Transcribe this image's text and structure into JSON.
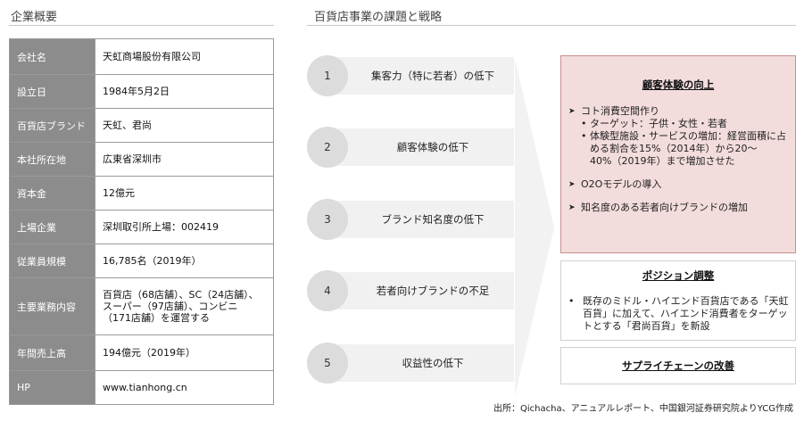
{
  "left_title": "企業概要",
  "right_title": "百貨店事業の課題と戦略",
  "company": [
    {
      "label": "会社名",
      "value": "天虹商場股份有限公司"
    },
    {
      "label": "設立日",
      "value": "1984年5月2日"
    },
    {
      "label": "百貨店ブランド",
      "value": "天虹、君尚"
    },
    {
      "label": "本社所在地",
      "value": "広東省深圳市"
    },
    {
      "label": "資本金",
      "value": "12億元"
    },
    {
      "label": "上場企業",
      "value": "深圳取引所上場：002419"
    },
    {
      "label": "従業員規模",
      "value": "16,785名（2019年）"
    },
    {
      "label": "主要業務内容",
      "value": "百貨店（68店舗）、SC（24店舗）、スーパー（97店舗）、コンビニ（171店舗）を運営する"
    },
    {
      "label": "年間売上高",
      "value": "194億元（2019年）"
    },
    {
      "label": "HP",
      "value": "www.tianhong.cn"
    }
  ],
  "issues": [
    {
      "num": "1",
      "text": "集客力（特に若者）の低下"
    },
    {
      "num": "2",
      "text": "顧客体験の低下"
    },
    {
      "num": "3",
      "text": "ブランド知名度の低下"
    },
    {
      "num": "4",
      "text": "若者向けブランドの不足"
    },
    {
      "num": "5",
      "text": "収益性の低下"
    }
  ],
  "strategy": {
    "experience": {
      "title": "顧客体験の向上",
      "item1": "コト消費空間作り",
      "sub1": "ターゲット：子供・女性・若者",
      "sub2": "体験型施設・サービスの増加：経営面積に占める割合を15%（2014年）から20～40%（2019年）まで増加させた",
      "item2": "O2Oモデルの導入",
      "item3": "知名度のある若者向けブランドの増加"
    },
    "position": {
      "title": "ポジション調整",
      "text": "既存のミドル・ハイエンド百貨店である「天虹百貨」に加えて、ハイエンド消費者をターゲットとする「君尚百貨」を新設"
    },
    "supply": {
      "title": "サプライチェーンの改善"
    }
  },
  "source": "出所：Qichacha、アニュアルレポート、中国銀河証券研究院よりYCG作成"
}
